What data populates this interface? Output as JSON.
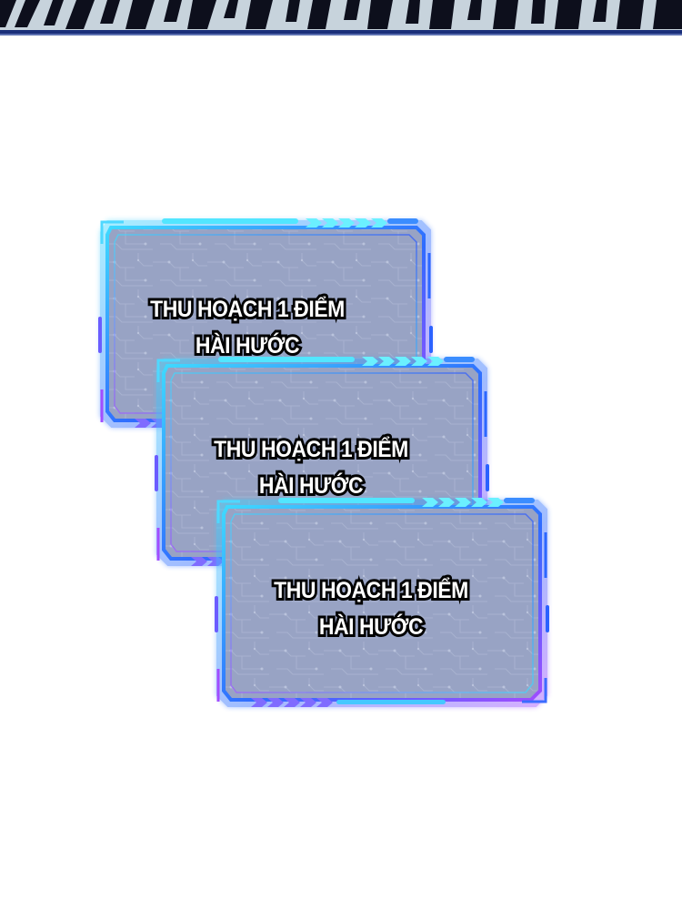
{
  "panels": [
    {
      "line1": "THU HOẠCH 1 ĐIỂM",
      "line2": "HÀI HƯỚC"
    },
    {
      "line1": "THU HOẠCH 1 ĐIỂM",
      "line2": "HÀI HƯỚC"
    },
    {
      "line1": "THU HOẠCH 1 ĐIỂM",
      "line2": "HÀI HƯỚC"
    }
  ],
  "colors": {
    "panel_fill": "#98a3c4",
    "frame_cyan": "#39d6ff",
    "frame_blue": "#2b5cff",
    "frame_violet": "#9b4dff",
    "text_fill": "#ffffff",
    "text_outline": "#000000"
  }
}
